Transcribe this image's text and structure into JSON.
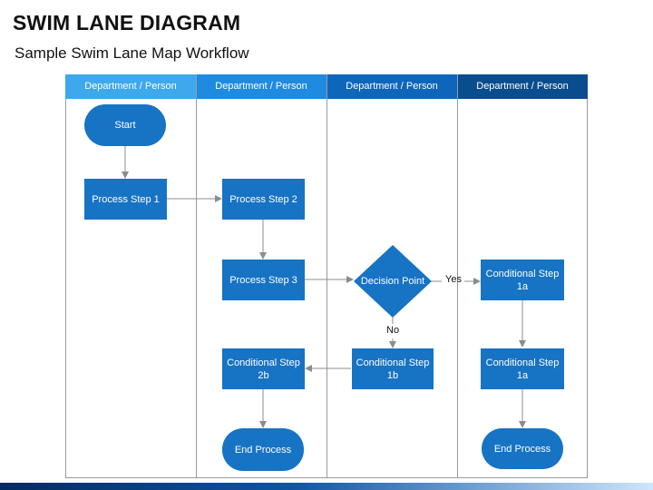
{
  "title": "SWIM LANE DIAGRAM",
  "subtitle": "Sample Swim Lane Map Workflow",
  "lanes": [
    {
      "label": "Department / Person",
      "color": "#3ea8ec"
    },
    {
      "label": "Department / Person",
      "color": "#1f8be0"
    },
    {
      "label": "Department / Person",
      "color": "#0e66bb"
    },
    {
      "label": "Department / Person",
      "color": "#0a4d8f"
    }
  ],
  "nodes": {
    "start": "Start",
    "process_step_1": "Process Step 1",
    "process_step_2": "Process Step 2",
    "process_step_3": "Process Step 3",
    "decision_point": "Decision Point",
    "conditional_step_1a_top": "Conditional Step 1a",
    "conditional_step_1b": "Conditional Step 1b",
    "conditional_step_2b": "Conditional Step 2b",
    "conditional_step_1a_bottom": "Conditional Step 1a",
    "end_process_left": "End Process",
    "end_process_right": "End Process"
  },
  "edge_labels": {
    "yes": "Yes",
    "no": "No"
  },
  "colors": {
    "node_fill": "#1773c4",
    "connector": "#8c8c8c",
    "lane_border": "#9a9a9a"
  }
}
